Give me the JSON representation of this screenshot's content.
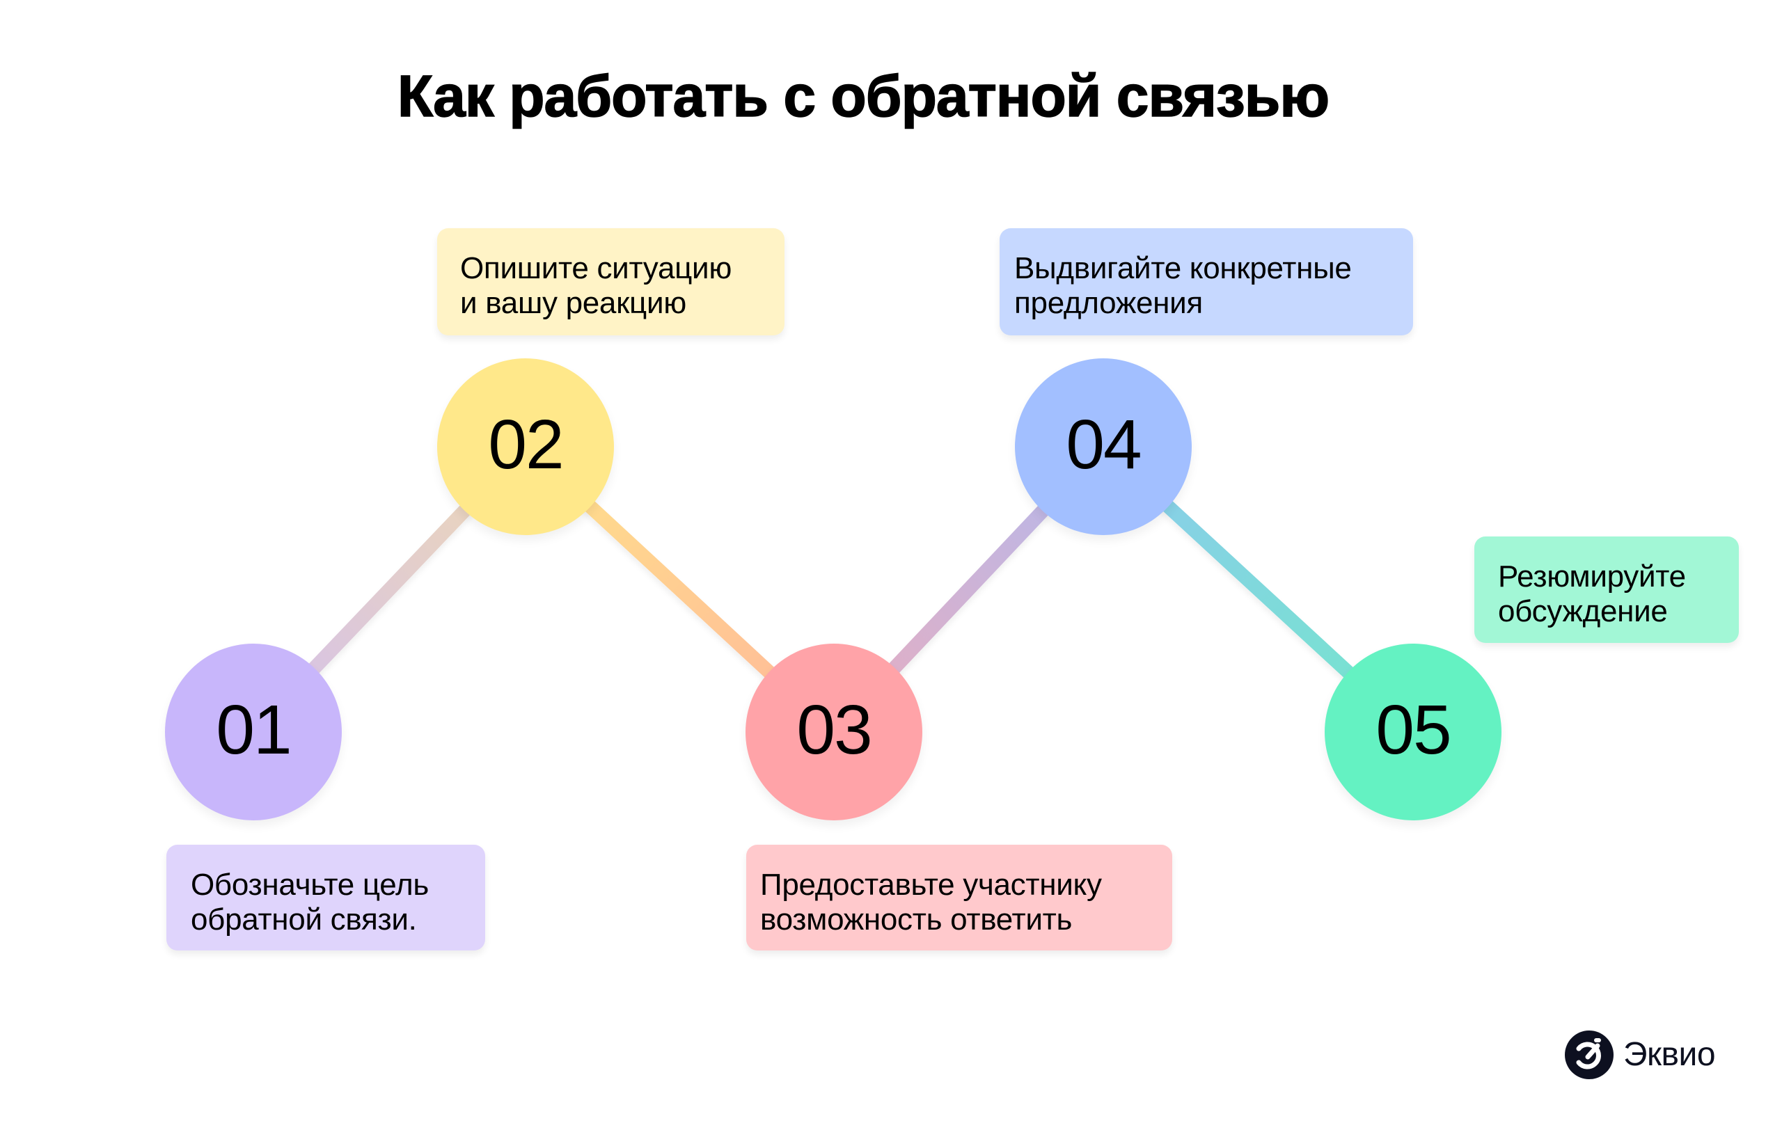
{
  "title": "Как работать с обратной связью",
  "steps": [
    {
      "number": "01",
      "text_lines": [
        "Обозначьте цель",
        "обратной связи."
      ],
      "circle_color": "#c8b6fb",
      "card_color": "#dfd4fc"
    },
    {
      "number": "02",
      "text_lines": [
        "Опишите ситуацию",
        "и вашу реакцию"
      ],
      "circle_color": "#ffe88a",
      "card_color": "#fff3c6"
    },
    {
      "number": "03",
      "text_lines": [
        "Предоставьте участнику",
        "возможность ответить"
      ],
      "circle_color": "#ffa3a8",
      "card_color": "#ffc9cc"
    },
    {
      "number": "04",
      "text_lines": [
        "Выдвигайте конкретные",
        "предложения"
      ],
      "circle_color": "#a2bfff",
      "card_color": "#c6d8ff"
    },
    {
      "number": "05",
      "text_lines": [
        "Резюмируйте",
        "обсуждение"
      ],
      "circle_color": "#64f2c2",
      "card_color": "#a2f7d6"
    }
  ],
  "connectors": [
    {
      "from": "01",
      "to": "02",
      "start_color": "#d4c0ec",
      "end_color": "#eed8b4"
    },
    {
      "from": "02",
      "to": "03",
      "start_color": "#ffe28a",
      "end_color": "#ffb89a"
    },
    {
      "from": "03",
      "to": "04",
      "start_color": "#e8aec0",
      "end_color": "#b4b8ec"
    },
    {
      "from": "04",
      "to": "05",
      "start_color": "#8ccbec",
      "end_color": "#74e6cc"
    }
  ],
  "brand": {
    "name": "Эквио",
    "logo_icon": "ekvio-logo-icon",
    "color": "#0d1020"
  }
}
